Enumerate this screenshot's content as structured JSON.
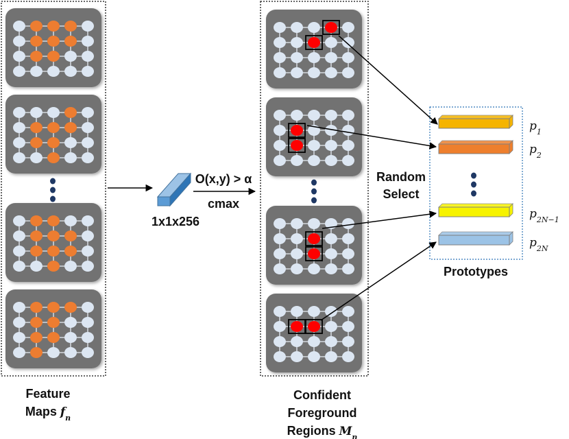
{
  "labels": {
    "feature_maps": {
      "line1": "Feature",
      "line2": "Maps ",
      "math": "f",
      "sub": "n"
    },
    "vector_size": "1x1x256",
    "condition": "O(x,y) > α",
    "op": "cmax",
    "random_select": {
      "line1": "Random",
      "line2": "Select"
    },
    "confident": {
      "line1": "Confident",
      "line2": "Foreground",
      "line3": "Regions ",
      "math": "M",
      "sub": "n"
    },
    "prototypes_title": "Prototypes"
  },
  "prototypes": [
    {
      "math": "p",
      "sub": "1",
      "color": "#F5B400"
    },
    {
      "math": "p",
      "sub": "2",
      "color": "#EE7F2D"
    },
    {
      "math": "p",
      "sub": "2N−1",
      "color": "#F7F300"
    },
    {
      "math": "p",
      "sub": "2N",
      "color": "#9CC3E6"
    }
  ],
  "colors": {
    "card": "#727272",
    "node": "#DCE6F2",
    "node_active": "#ED7D31",
    "node_selected": "#FF0000",
    "vector": "#5B9BD5",
    "dashed_box": "#333333",
    "dotted_box": "#2E75B6"
  },
  "feature_maps": [
    {
      "highlight": [
        [
          0,
          1
        ],
        [
          0,
          2
        ],
        [
          0,
          3
        ],
        [
          1,
          1
        ],
        [
          1,
          2
        ],
        [
          1,
          3
        ],
        [
          2,
          1
        ],
        [
          2,
          2
        ]
      ]
    },
    {
      "highlight": [
        [
          0,
          3
        ],
        [
          1,
          1
        ],
        [
          1,
          2
        ],
        [
          1,
          3
        ],
        [
          2,
          1
        ],
        [
          2,
          2
        ],
        [
          3,
          2
        ]
      ]
    },
    {
      "highlight": [
        [
          0,
          1
        ],
        [
          0,
          2
        ],
        [
          1,
          1
        ],
        [
          1,
          2
        ],
        [
          1,
          3
        ],
        [
          2,
          1
        ],
        [
          2,
          2
        ],
        [
          2,
          3
        ],
        [
          3,
          2
        ]
      ]
    },
    {
      "highlight": [
        [
          0,
          1
        ],
        [
          0,
          2
        ],
        [
          0,
          3
        ],
        [
          1,
          1
        ],
        [
          1,
          2
        ],
        [
          2,
          1
        ],
        [
          2,
          2
        ],
        [
          3,
          1
        ]
      ]
    }
  ],
  "confident_maps": [
    {
      "selected": [
        [
          0,
          3
        ],
        [
          1,
          2
        ]
      ]
    },
    {
      "selected": [
        [
          1,
          1
        ],
        [
          2,
          1
        ]
      ]
    },
    {
      "selected": [
        [
          1,
          2
        ],
        [
          2,
          2
        ]
      ]
    },
    {
      "selected": [
        [
          1,
          1
        ],
        [
          1,
          2
        ]
      ]
    }
  ]
}
